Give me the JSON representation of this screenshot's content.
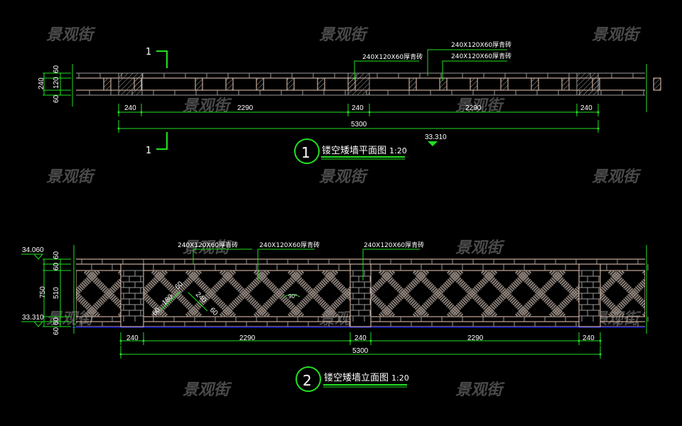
{
  "watermark": "景观街",
  "colors": {
    "dimension": "#22e022",
    "wall": "#f0cdb8",
    "brick": "#9a9a9a",
    "ground": "#1a1aa0"
  },
  "plan": {
    "section_mark": "1",
    "title_number": "1",
    "title": "镂空矮墙平面图",
    "scale": "1:20",
    "elevation_mark": "33.310",
    "material_labels": [
      "240X120X60厚青砖",
      "240X120X60厚青砖",
      "240X120X60厚青砖"
    ],
    "side_dims": [
      "240",
      "60",
      "120",
      "60"
    ],
    "dims": [
      "240",
      "2290",
      "240",
      "2290",
      "240"
    ],
    "total": "5300"
  },
  "elevation": {
    "title_number": "2",
    "title": "镂空矮墙立面图",
    "scale": "1:20",
    "levels": [
      "34.060",
      "33.310"
    ],
    "angle": "90°",
    "detail_dims": [
      "60",
      "180",
      "60",
      "240",
      "60"
    ],
    "material_labels": [
      "240X120X60厚青砖",
      "240X120X60厚青砖",
      "240X120X60厚青砖"
    ],
    "side_dims": [
      "750",
      "60",
      "60",
      "510",
      "60",
      "60"
    ],
    "dims": [
      "240",
      "2290",
      "240",
      "2290",
      "240"
    ],
    "total": "5300"
  }
}
